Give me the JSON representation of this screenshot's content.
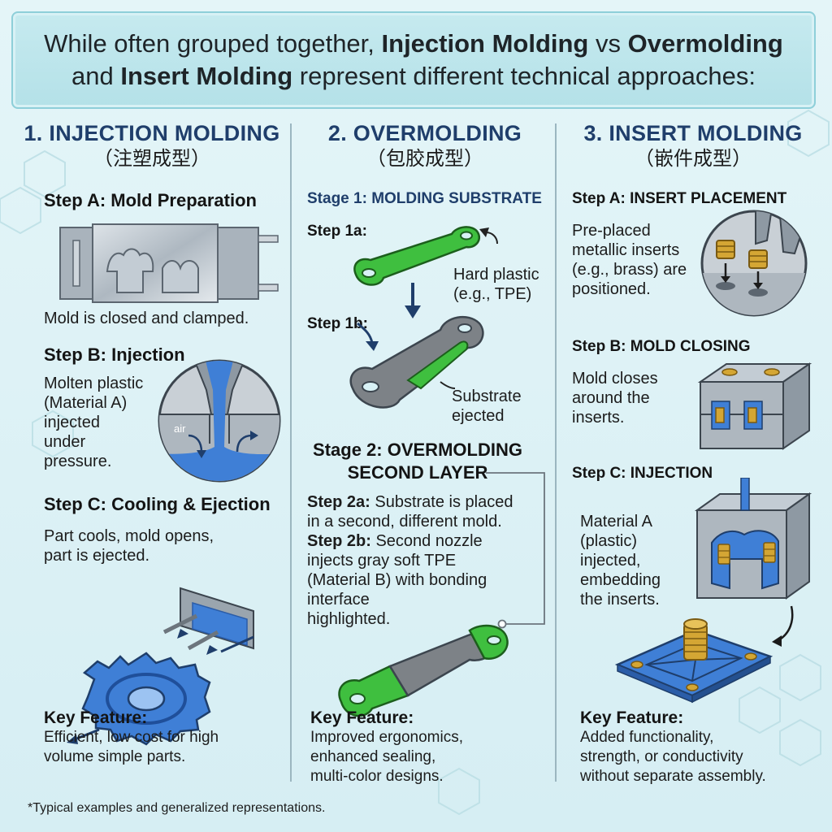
{
  "banner": {
    "l1_a": "While often grouped together, ",
    "l1_b": "Injection Molding",
    "l1_c": " vs ",
    "l1_d": "Overmolding",
    "l2_a": "and ",
    "l2_b": "Insert Molding",
    "l2_c": " represent different technical approaches:"
  },
  "col1": {
    "title": "1. INJECTION MOLDING",
    "subtitle": "（注塑成型）",
    "stepA": "Step A: Mold Preparation",
    "stepA_text": "Mold is closed and clamped.",
    "stepB": "Step B: Injection",
    "stepB_text": [
      "Molten plastic",
      "(Material A)",
      "injected",
      "under",
      "pressure."
    ],
    "air_label": "air",
    "stepC": "Step C: Cooling & Ejection",
    "stepC_text": [
      "Part cools, mold opens,",
      "part is ejected."
    ],
    "key_title": "Key Feature:",
    "key_text": [
      "Efficient, low cost for high",
      "volume simple parts."
    ]
  },
  "col2": {
    "title": "2. OVERMOLDING",
    "subtitle": "（包胶成型）",
    "stage1": "Stage 1: MOLDING SUBSTRATE",
    "step1a": "Step 1a:",
    "step1a_label": [
      "Hard plastic",
      "(e.g., TPE)"
    ],
    "step1b": "Step 1b:",
    "step1b_label": [
      "Substrate",
      "ejected"
    ],
    "stage2": [
      "Stage 2: OVERMOLDING",
      "SECOND LAYER"
    ],
    "step2a_b": "Step 2a:",
    "step2a_t": " Substrate is placed",
    "step2a_t2": "in a second, different mold.",
    "step2b_b": "Step 2b:",
    "step2b_t": " Second nozzle",
    "step2b_lines": [
      "injects gray soft TPE",
      "(Material B) with bonding",
      "interface",
      "highlighted."
    ],
    "key_title": "Key Feature:",
    "key_text": [
      "Improved ergonomics,",
      "enhanced sealing,",
      "multi-color designs."
    ]
  },
  "col3": {
    "title": "3. INSERT MOLDING",
    "subtitle": "（嵌件成型）",
    "stepA": "Step A: INSERT PLACEMENT",
    "stepA_text": [
      "Pre-placed",
      "metallic inserts",
      "(e.g., brass) are",
      "positioned."
    ],
    "stepB": "Step B: MOLD CLOSING",
    "stepB_text": [
      "Mold closes",
      "around the",
      "inserts."
    ],
    "stepC": "Step C: INJECTION",
    "stepC_text": [
      "Material A",
      "(plastic)",
      "injected,",
      "embedding",
      "the inserts."
    ],
    "key_title": "Key Feature:",
    "key_text": [
      "Added functionality,",
      "strength, or conductivity",
      "without separate assembly."
    ]
  },
  "footer": "*Typical examples and generalized representations.",
  "colors": {
    "plastic_blue": "#3f7fd6",
    "overmold_green": "#3fbf3f",
    "tpe_gray": "#7d8287",
    "brass": "#d4a634",
    "title_blue": "#1f3e6b"
  }
}
